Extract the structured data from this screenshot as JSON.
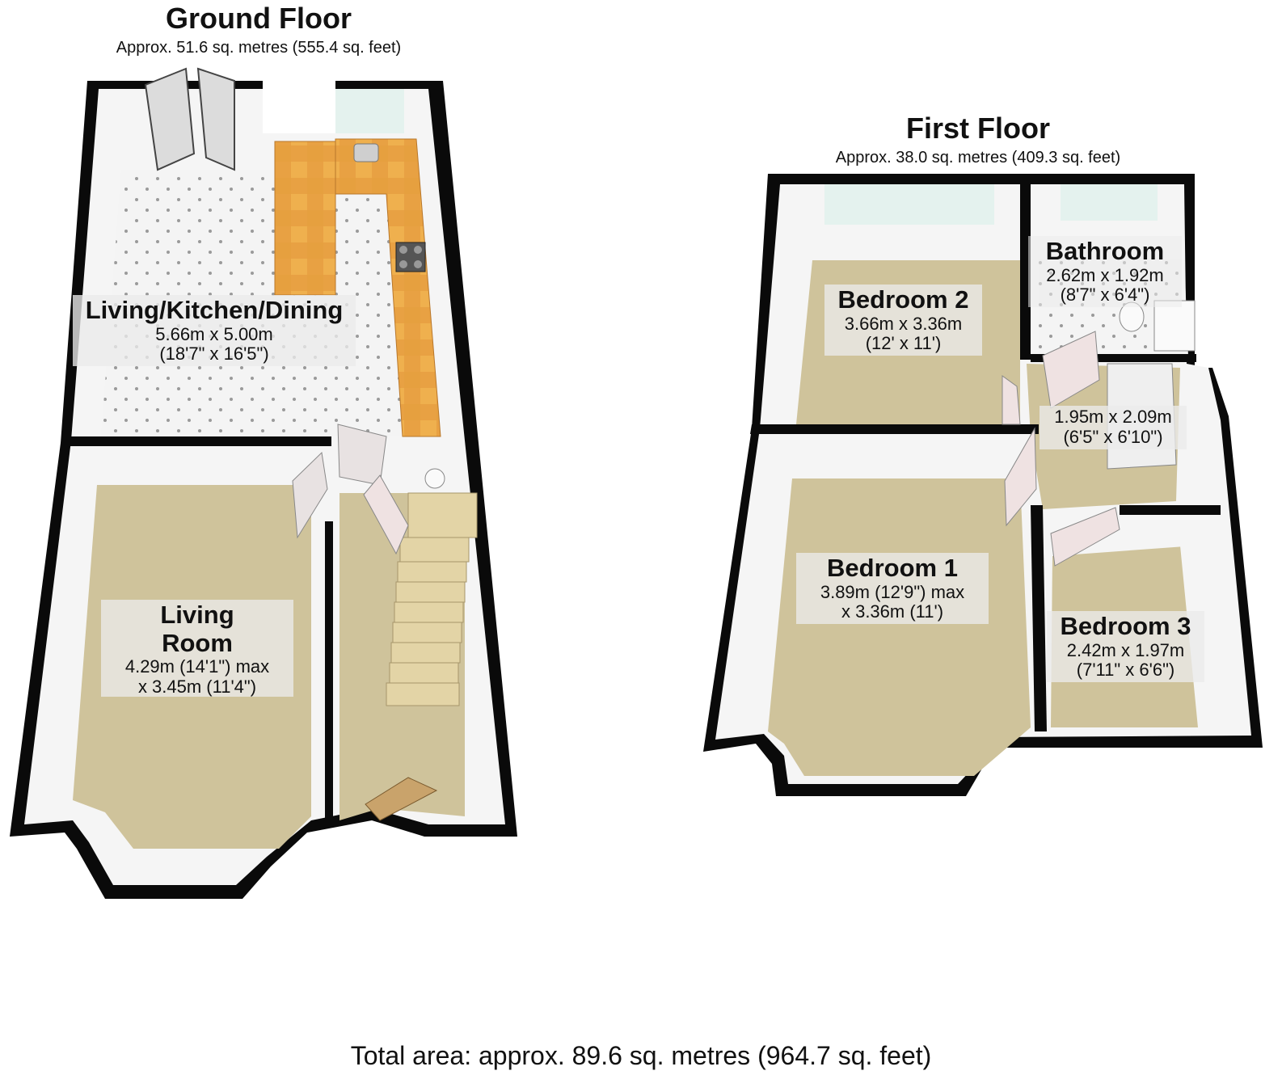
{
  "ground_floor": {
    "title": "Ground Floor",
    "area": "Approx. 51.6 sq. metres (555.4 sq. feet)",
    "rooms": [
      {
        "name": "Living/Kitchen/Dining",
        "dim1": "5.66m x 5.00m",
        "dim2": "(18'7\" x 16'5\")"
      },
      {
        "name_line1": "Living",
        "name_line2": "Room",
        "dim1": "4.29m (14'1\") max",
        "dim2": "x 3.45m (11'4\")"
      }
    ]
  },
  "first_floor": {
    "title": "First Floor",
    "area": "Approx. 38.0 sq. metres (409.3 sq. feet)",
    "rooms": [
      {
        "name": "Bedroom 2",
        "dim1": "3.66m x 3.36m",
        "dim2": "(12' x 11')"
      },
      {
        "name": "Bathroom",
        "dim1": "2.62m x 1.92m",
        "dim2": "(8'7\" x 6'4\")"
      },
      {
        "name": "",
        "dim1": "1.95m x 2.09m",
        "dim2": "(6'5\" x 6'10\")"
      },
      {
        "name": "Bedroom 1",
        "dim1": "3.89m (12'9\") max",
        "dim2": "x 3.36m (11')"
      },
      {
        "name": "Bedroom 3",
        "dim1": "2.42m x 1.97m",
        "dim2": "(7'11\" x 6'6\")"
      }
    ]
  },
  "total_area": "Total area: approx. 89.6 sq. metres (964.7 sq. feet)",
  "colors": {
    "wall": "#0a0a0a",
    "wall_inner": "#f4f4f4",
    "carpet": "#cfc39b",
    "tile": "#f2f2f2",
    "worktop": "#e49a3a",
    "stairs": "#e3d4a6"
  }
}
